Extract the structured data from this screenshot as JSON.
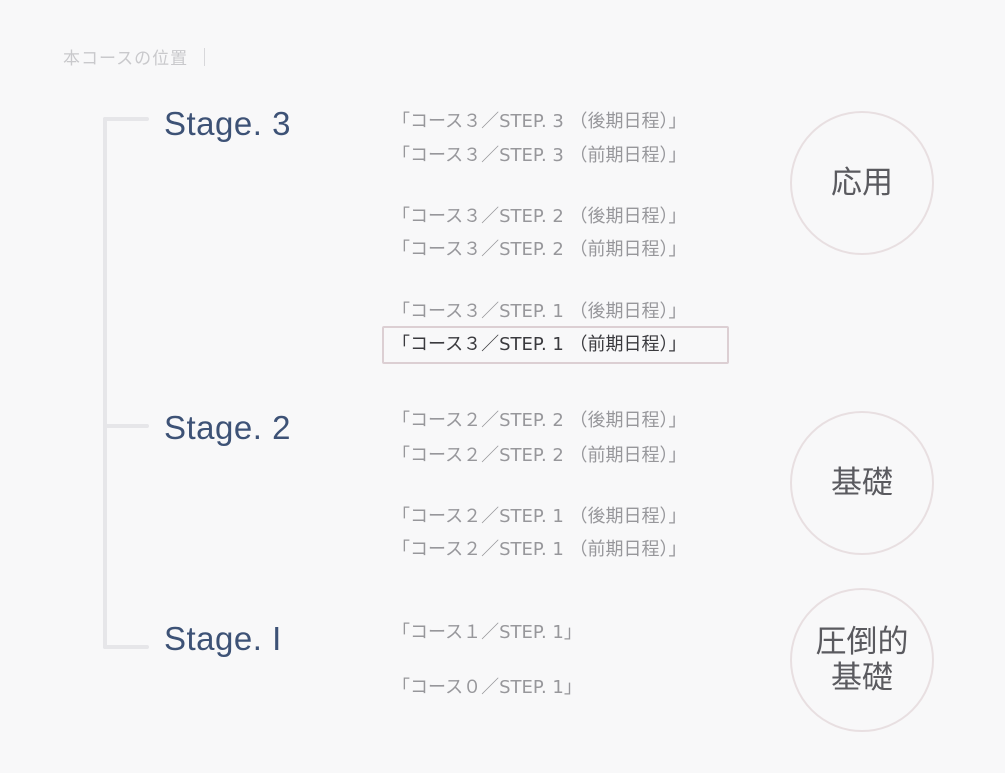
{
  "header": {
    "title": "本コースの位置"
  },
  "stages": [
    {
      "label": "Stage. 3"
    },
    {
      "label": "Stage. 2"
    },
    {
      "label": "Stage. I"
    }
  ],
  "courses": [
    "「コース３／STEP. 3 （後期日程）」",
    "「コース３／STEP. 3 （前期日程）」",
    "「コース３／STEP. 2 （後期日程）」",
    "「コース３／STEP. 2 （前期日程）」",
    "「コース３／STEP. 1 （後期日程）」",
    "「コース３／STEP. 1 （前期日程）」",
    "「コース２／STEP. 2 （後期日程）」",
    "「コース２／STEP. 2 （前期日程）」",
    "「コース２／STEP. 1 （後期日程）」",
    "「コース２／STEP. 1 （前期日程）」",
    "「コース１／STEP. 1」",
    "「コース０／STEP. 1」"
  ],
  "levels": {
    "applied": "応用",
    "basic": "基礎",
    "fundamental_line1": "圧倒的",
    "fundamental_line2": "基礎"
  },
  "current_course_index": 5,
  "colors": {
    "stage": "#3d5276",
    "course": "#97979b",
    "current": "#3a3a3e",
    "circle_border": "#e8dfe1"
  }
}
